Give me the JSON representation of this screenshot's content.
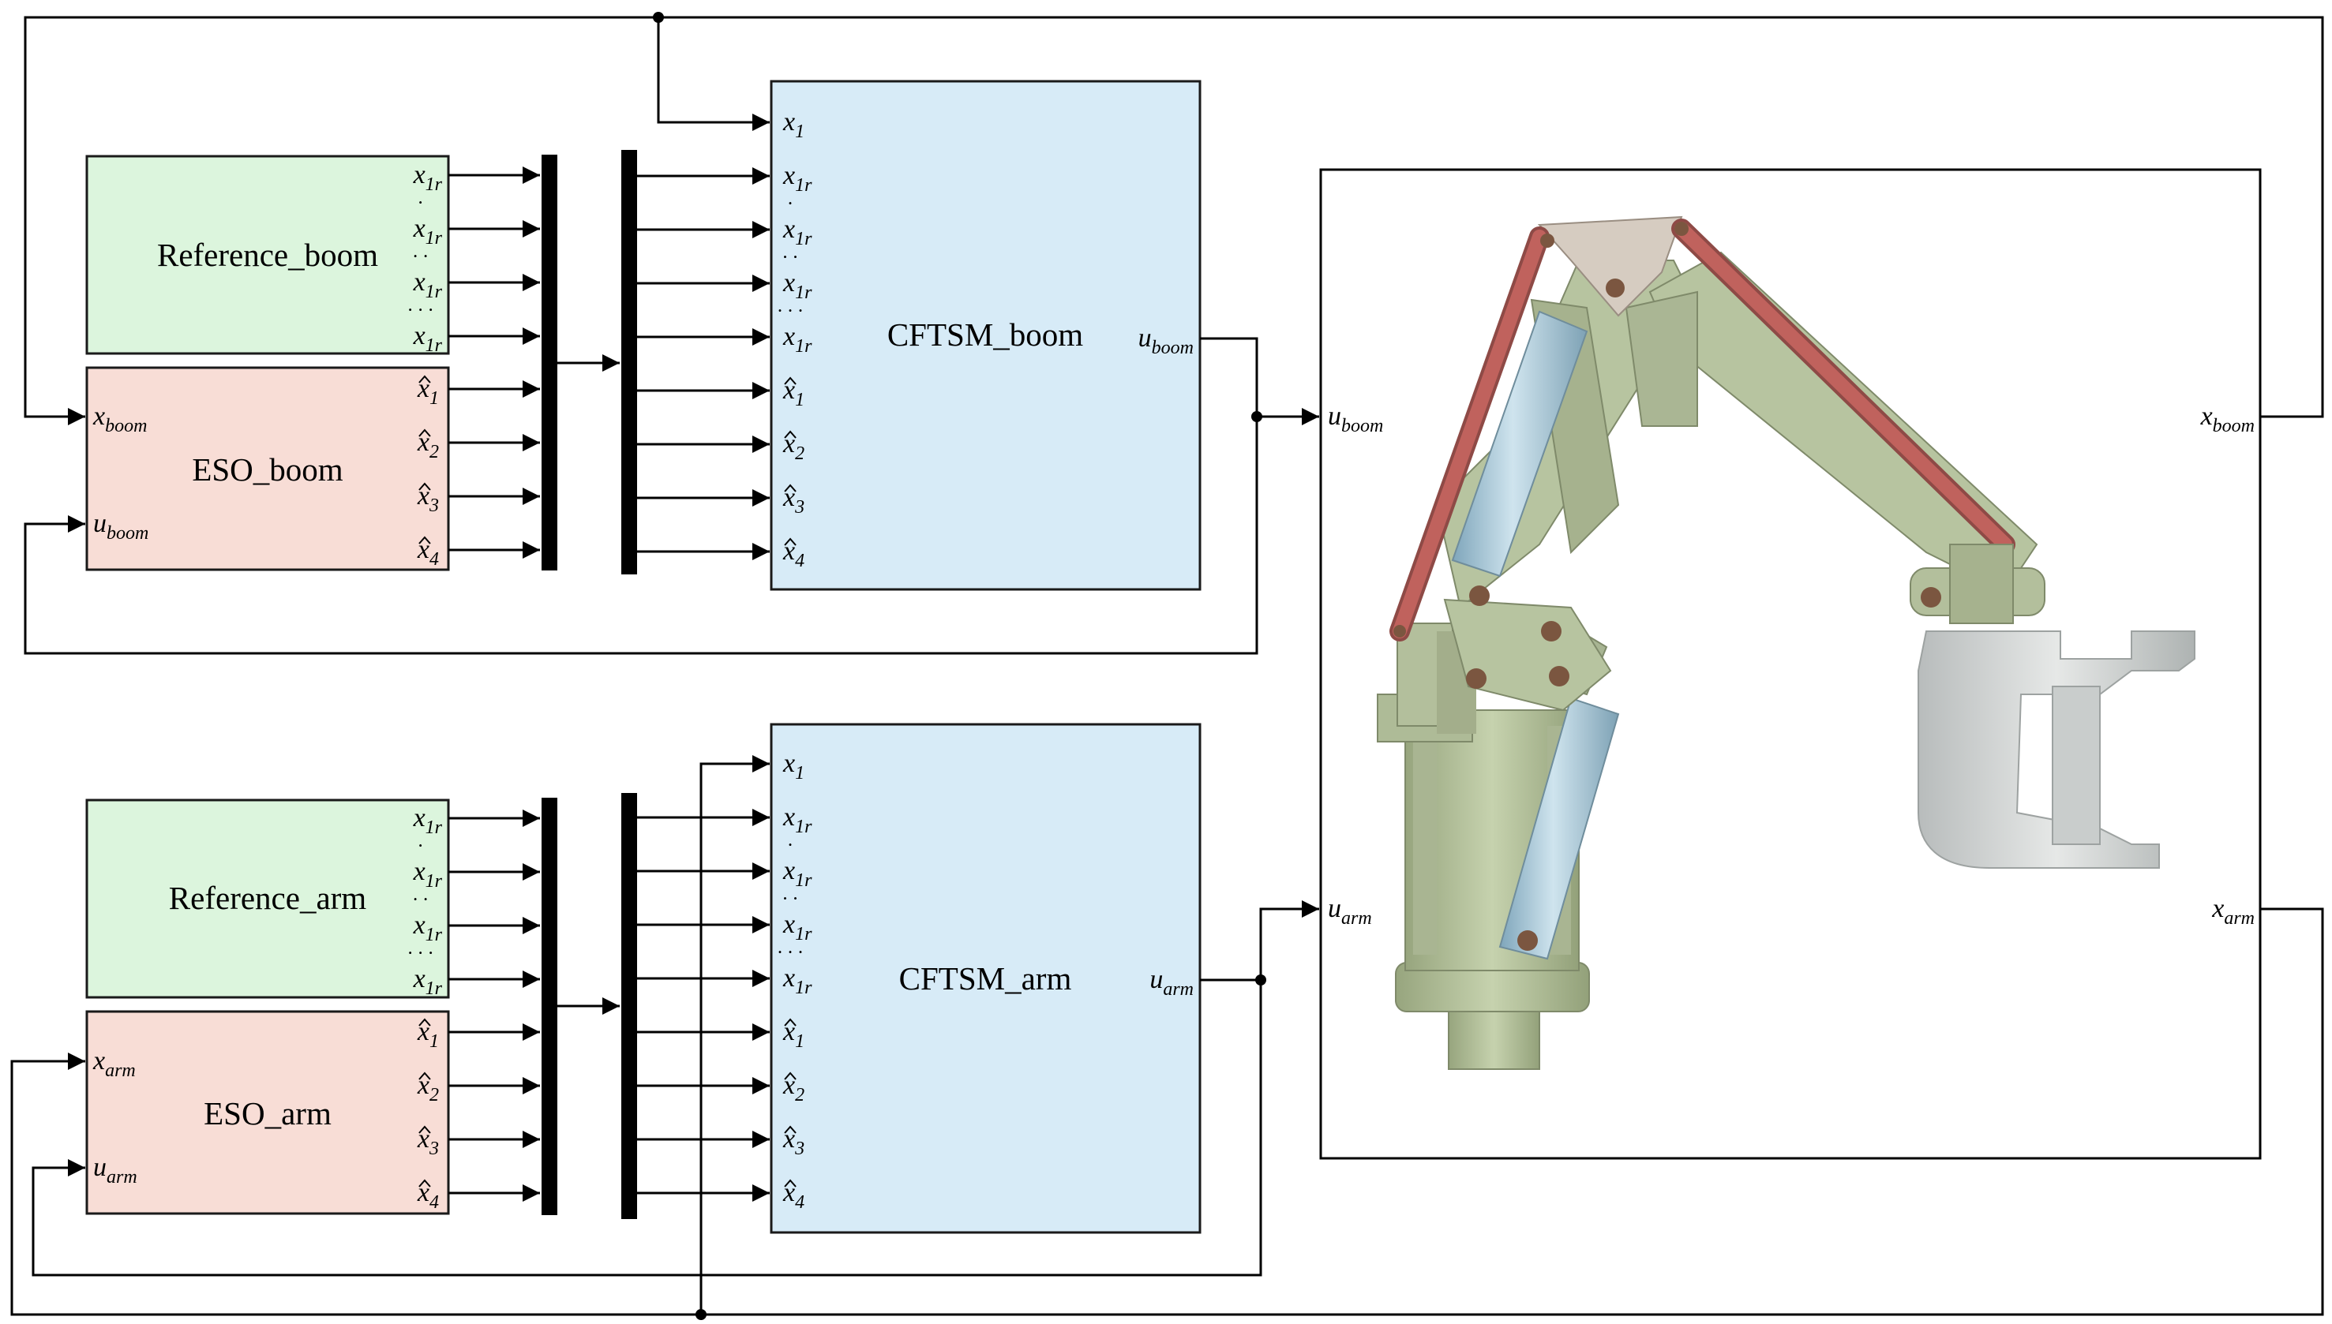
{
  "colors": {
    "reference_fill": "#dcf5dd",
    "eso_fill": "#f8ddd6",
    "cftsm_fill": "#d7ebf7",
    "wire": "#000000",
    "link_red": "#c0625d",
    "arm_green": "#b7c4a0",
    "cylinder_blue": "#a9c8d8"
  },
  "boom": {
    "reference_title": "Reference_boom",
    "eso_title": "ESO_boom",
    "cftsm_title": "CFTSM_boom",
    "ref_ports": [
      {
        "base": "x",
        "sub": "1r",
        "dots": 0
      },
      {
        "base": "x",
        "sub": "1r",
        "dots": 1
      },
      {
        "base": "x",
        "sub": "1r",
        "dots": 2
      },
      {
        "base": "x",
        "sub": "1r",
        "dots": 3
      }
    ],
    "eso_out_ports": [
      {
        "base": "x",
        "sub": "1"
      },
      {
        "base": "x",
        "sub": "2"
      },
      {
        "base": "x",
        "sub": "3"
      },
      {
        "base": "x",
        "sub": "4"
      }
    ],
    "eso_in_ports": [
      {
        "base": "x",
        "sub": "boom"
      },
      {
        "base": "u",
        "sub": "boom"
      }
    ],
    "cftsm_in_ports": [
      {
        "base": "x",
        "sub": "1",
        "dots": 0,
        "hat": false
      },
      {
        "base": "x",
        "sub": "1r",
        "dots": 0,
        "hat": false
      },
      {
        "base": "x",
        "sub": "1r",
        "dots": 1,
        "hat": false
      },
      {
        "base": "x",
        "sub": "1r",
        "dots": 2,
        "hat": false
      },
      {
        "base": "x",
        "sub": "1r",
        "dots": 3,
        "hat": false
      },
      {
        "base": "x",
        "sub": "1",
        "dots": 0,
        "hat": true
      },
      {
        "base": "x",
        "sub": "2",
        "dots": 0,
        "hat": true
      },
      {
        "base": "x",
        "sub": "3",
        "dots": 0,
        "hat": true
      },
      {
        "base": "x",
        "sub": "4",
        "dots": 0,
        "hat": true
      }
    ],
    "cftsm_out_port": {
      "base": "u",
      "sub": "boom"
    }
  },
  "arm": {
    "reference_title": "Reference_arm",
    "eso_title": "ESO_arm",
    "cftsm_title": "CFTSM_arm",
    "ref_ports": [
      {
        "base": "x",
        "sub": "1r",
        "dots": 0
      },
      {
        "base": "x",
        "sub": "1r",
        "dots": 1
      },
      {
        "base": "x",
        "sub": "1r",
        "dots": 2
      },
      {
        "base": "x",
        "sub": "1r",
        "dots": 3
      }
    ],
    "eso_out_ports": [
      {
        "base": "x",
        "sub": "1"
      },
      {
        "base": "x",
        "sub": "2"
      },
      {
        "base": "x",
        "sub": "3"
      },
      {
        "base": "x",
        "sub": "4"
      }
    ],
    "eso_in_ports": [
      {
        "base": "x",
        "sub": "arm"
      },
      {
        "base": "u",
        "sub": "arm"
      }
    ],
    "cftsm_in_ports": [
      {
        "base": "x",
        "sub": "1",
        "dots": 0,
        "hat": false
      },
      {
        "base": "x",
        "sub": "1r",
        "dots": 0,
        "hat": false
      },
      {
        "base": "x",
        "sub": "1r",
        "dots": 1,
        "hat": false
      },
      {
        "base": "x",
        "sub": "1r",
        "dots": 2,
        "hat": false
      },
      {
        "base": "x",
        "sub": "1r",
        "dots": 3,
        "hat": false
      },
      {
        "base": "x",
        "sub": "1",
        "dots": 0,
        "hat": true
      },
      {
        "base": "x",
        "sub": "2",
        "dots": 0,
        "hat": true
      },
      {
        "base": "x",
        "sub": "3",
        "dots": 0,
        "hat": true
      },
      {
        "base": "x",
        "sub": "4",
        "dots": 0,
        "hat": true
      }
    ],
    "cftsm_out_port": {
      "base": "u",
      "sub": "arm"
    }
  },
  "plant": {
    "inputs": [
      {
        "base": "u",
        "sub": "boom"
      },
      {
        "base": "u",
        "sub": "arm"
      }
    ],
    "outputs": [
      {
        "base": "x",
        "sub": "boom"
      },
      {
        "base": "x",
        "sub": "arm"
      }
    ]
  }
}
